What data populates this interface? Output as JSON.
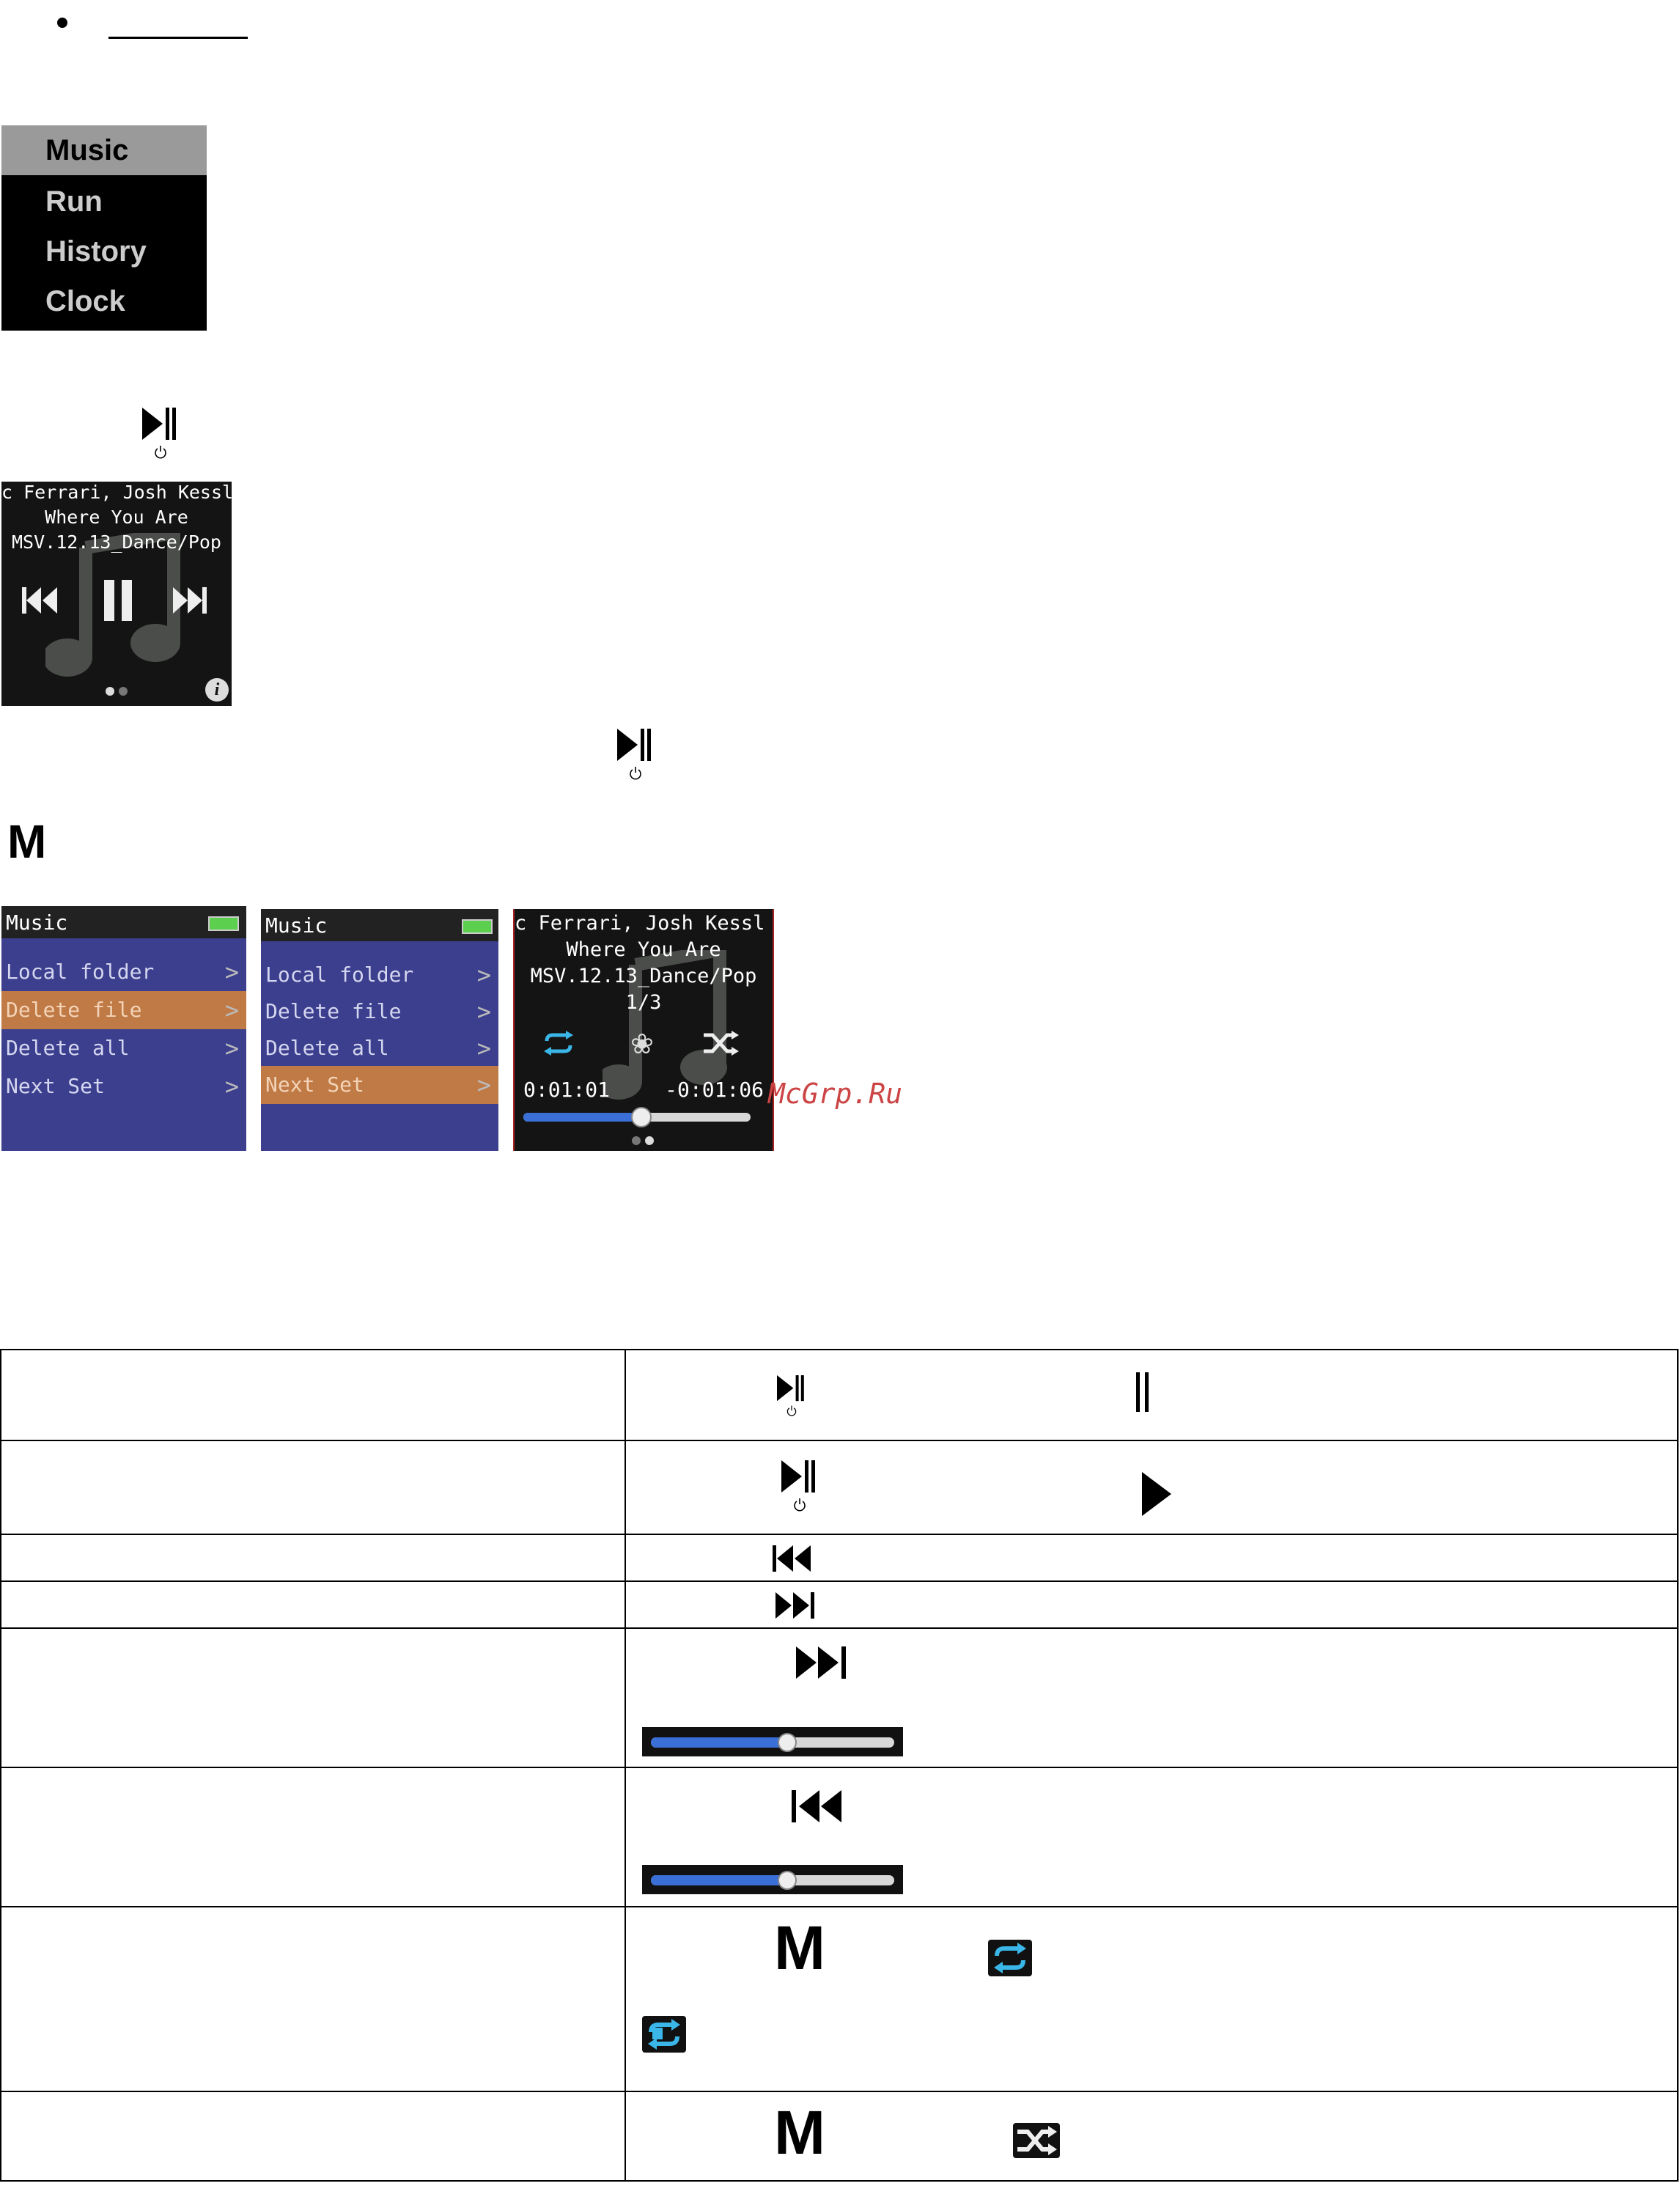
{
  "menu": {
    "items": [
      "Music",
      "Run",
      "History",
      "Clock"
    ],
    "selected": "Music"
  },
  "player": {
    "artist": "c Ferrari, Josh Kessl",
    "title": "Where You Are",
    "album": "MSV.12.13_Dance/Pop"
  },
  "mode_button": "M",
  "music_menu": {
    "header": "Music",
    "items": [
      "Local folder",
      "Delete file",
      "Delete all",
      "Next Set"
    ],
    "selected_screen1": "Delete file",
    "selected_screen2": "Next Set"
  },
  "player2": {
    "artist": "c Ferrari, Josh Kessl",
    "title": "Where You Are",
    "album": "MSV.12.13_Dance/Pop",
    "track": "1/3",
    "elapsed": "0:01:01",
    "remaining": "-0:01:06",
    "progress_fraction": 0.52
  },
  "watermark": "McGrp.Ru",
  "table": {
    "rows": 8,
    "mode_labels": [
      "M",
      "M"
    ],
    "ff_progress_fraction": 0.56,
    "rew_progress_fraction": 0.56
  },
  "colors": {
    "accent_orange": "#c07a45",
    "list_blue": "#3b3f8e",
    "repeat_cyan": "#3ab6e8"
  }
}
